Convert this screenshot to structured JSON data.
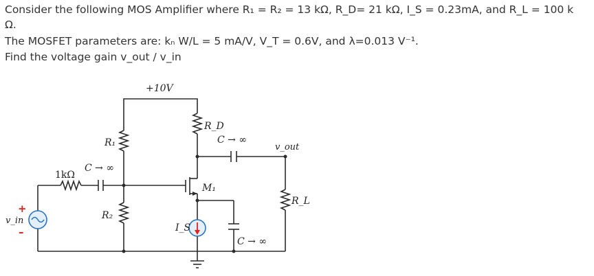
{
  "question": {
    "line1": "Consider the following MOS Amplifier where R₁ = R₂ = 13 kΩ, R_D= 21 kΩ, I_S = 0.23mA, and R_L = 100 k",
    "line2": "Ω.",
    "line3": "The MOSFET parameters are: kₙ W/L = 5 mA/V, V_T = 0.6V, and λ=0.013 V⁻¹.",
    "line4": "Find the voltage gain v_out / v_in"
  },
  "circuit": {
    "supply": "+10V",
    "r1": "R₁",
    "r2": "R₂",
    "rd": "R_D",
    "rl": "R_L",
    "rs": "1kΩ",
    "c_in": "C → ∞",
    "c_out": "C → ∞",
    "c_s": "C → ∞",
    "m1": "M₁",
    "is": "I_S",
    "vin": "v_in",
    "vout": "v_out",
    "plus": "+",
    "minus": "–"
  },
  "colors": {
    "wire": "#2b2b2b",
    "source_stroke": "#2a73c0",
    "source_fill": "#e3f0fb",
    "current_arrow": "#e0201b",
    "polarity": "#e0201b"
  }
}
